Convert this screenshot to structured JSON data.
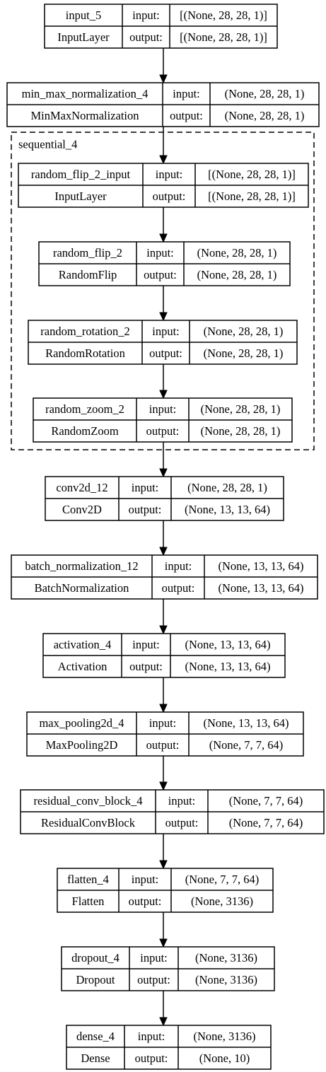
{
  "cluster": {
    "label": "sequential_4"
  },
  "labels": {
    "input": "input:",
    "output": "output:"
  },
  "layers": [
    {
      "name": "input_5",
      "type": "InputLayer",
      "input_shape": "[(None, 28, 28, 1)]",
      "output_shape": "[(None, 28, 28, 1)]"
    },
    {
      "name": "min_max_normalization_4",
      "type": "MinMaxNormalization",
      "input_shape": "(None, 28, 28, 1)",
      "output_shape": "(None, 28, 28, 1)"
    },
    {
      "name": "random_flip_2_input",
      "type": "InputLayer",
      "input_shape": "[(None, 28, 28, 1)]",
      "output_shape": "[(None, 28, 28, 1)]"
    },
    {
      "name": "random_flip_2",
      "type": "RandomFlip",
      "input_shape": "(None, 28, 28, 1)",
      "output_shape": "(None, 28, 28, 1)"
    },
    {
      "name": "random_rotation_2",
      "type": "RandomRotation",
      "input_shape": "(None, 28, 28, 1)",
      "output_shape": "(None, 28, 28, 1)"
    },
    {
      "name": "random_zoom_2",
      "type": "RandomZoom",
      "input_shape": "(None, 28, 28, 1)",
      "output_shape": "(None, 28, 28, 1)"
    },
    {
      "name": "conv2d_12",
      "type": "Conv2D",
      "input_shape": "(None, 28, 28, 1)",
      "output_shape": "(None, 13, 13, 64)"
    },
    {
      "name": "batch_normalization_12",
      "type": "BatchNormalization",
      "input_shape": "(None, 13, 13, 64)",
      "output_shape": "(None, 13, 13, 64)"
    },
    {
      "name": "activation_4",
      "type": "Activation",
      "input_shape": "(None, 13, 13, 64)",
      "output_shape": "(None, 13, 13, 64)"
    },
    {
      "name": "max_pooling2d_4",
      "type": "MaxPooling2D",
      "input_shape": "(None, 13, 13, 64)",
      "output_shape": "(None, 7, 7, 64)"
    },
    {
      "name": "residual_conv_block_4",
      "type": "ResidualConvBlock",
      "input_shape": "(None, 7, 7, 64)",
      "output_shape": "(None, 7, 7, 64)"
    },
    {
      "name": "flatten_4",
      "type": "Flatten",
      "input_shape": "(None, 7, 7, 64)",
      "output_shape": "(None, 3136)"
    },
    {
      "name": "dropout_4",
      "type": "Dropout",
      "input_shape": "(None, 3136)",
      "output_shape": "(None, 3136)"
    },
    {
      "name": "dense_4",
      "type": "Dense",
      "input_shape": "(None, 3136)",
      "output_shape": "(None, 10)"
    }
  ]
}
